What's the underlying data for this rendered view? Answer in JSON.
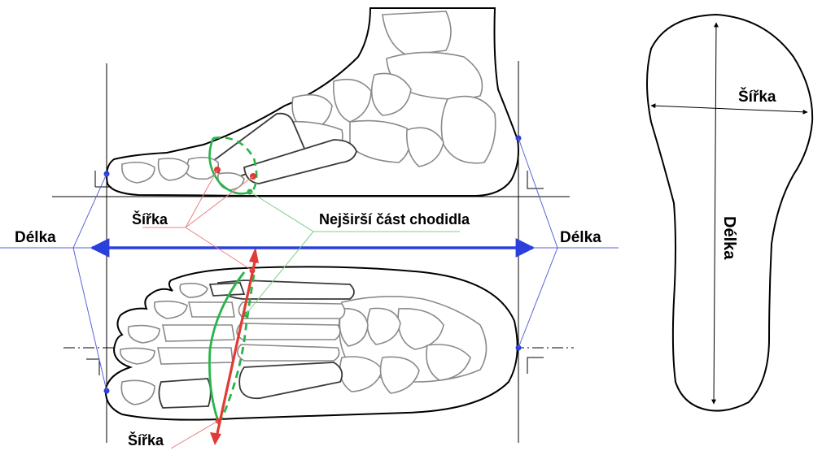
{
  "labels": {
    "width_side": "Šířka",
    "width_bottom": "Šířka",
    "widest_part": "Nejširší část chodidla",
    "length_left": "Délka",
    "length_right": "Délka",
    "insole_width": "Šířka",
    "insole_length": "Délka"
  },
  "colors": {
    "length_arrow": "#2a3fdc",
    "width_marker": "#e23a34",
    "widest_marker": "#28b44a",
    "leader_blue": "#5a63d8",
    "leader_red": "#e88080",
    "leader_green": "#7fd08a",
    "outline": "#000000",
    "bone_light": "#8a8a8a",
    "bone_dark": "#3a3a3a"
  },
  "icons": {
    "side_view": "foot-side-view-skeleton",
    "top_view": "foot-top-view-skeleton",
    "insole": "insole-outline"
  }
}
